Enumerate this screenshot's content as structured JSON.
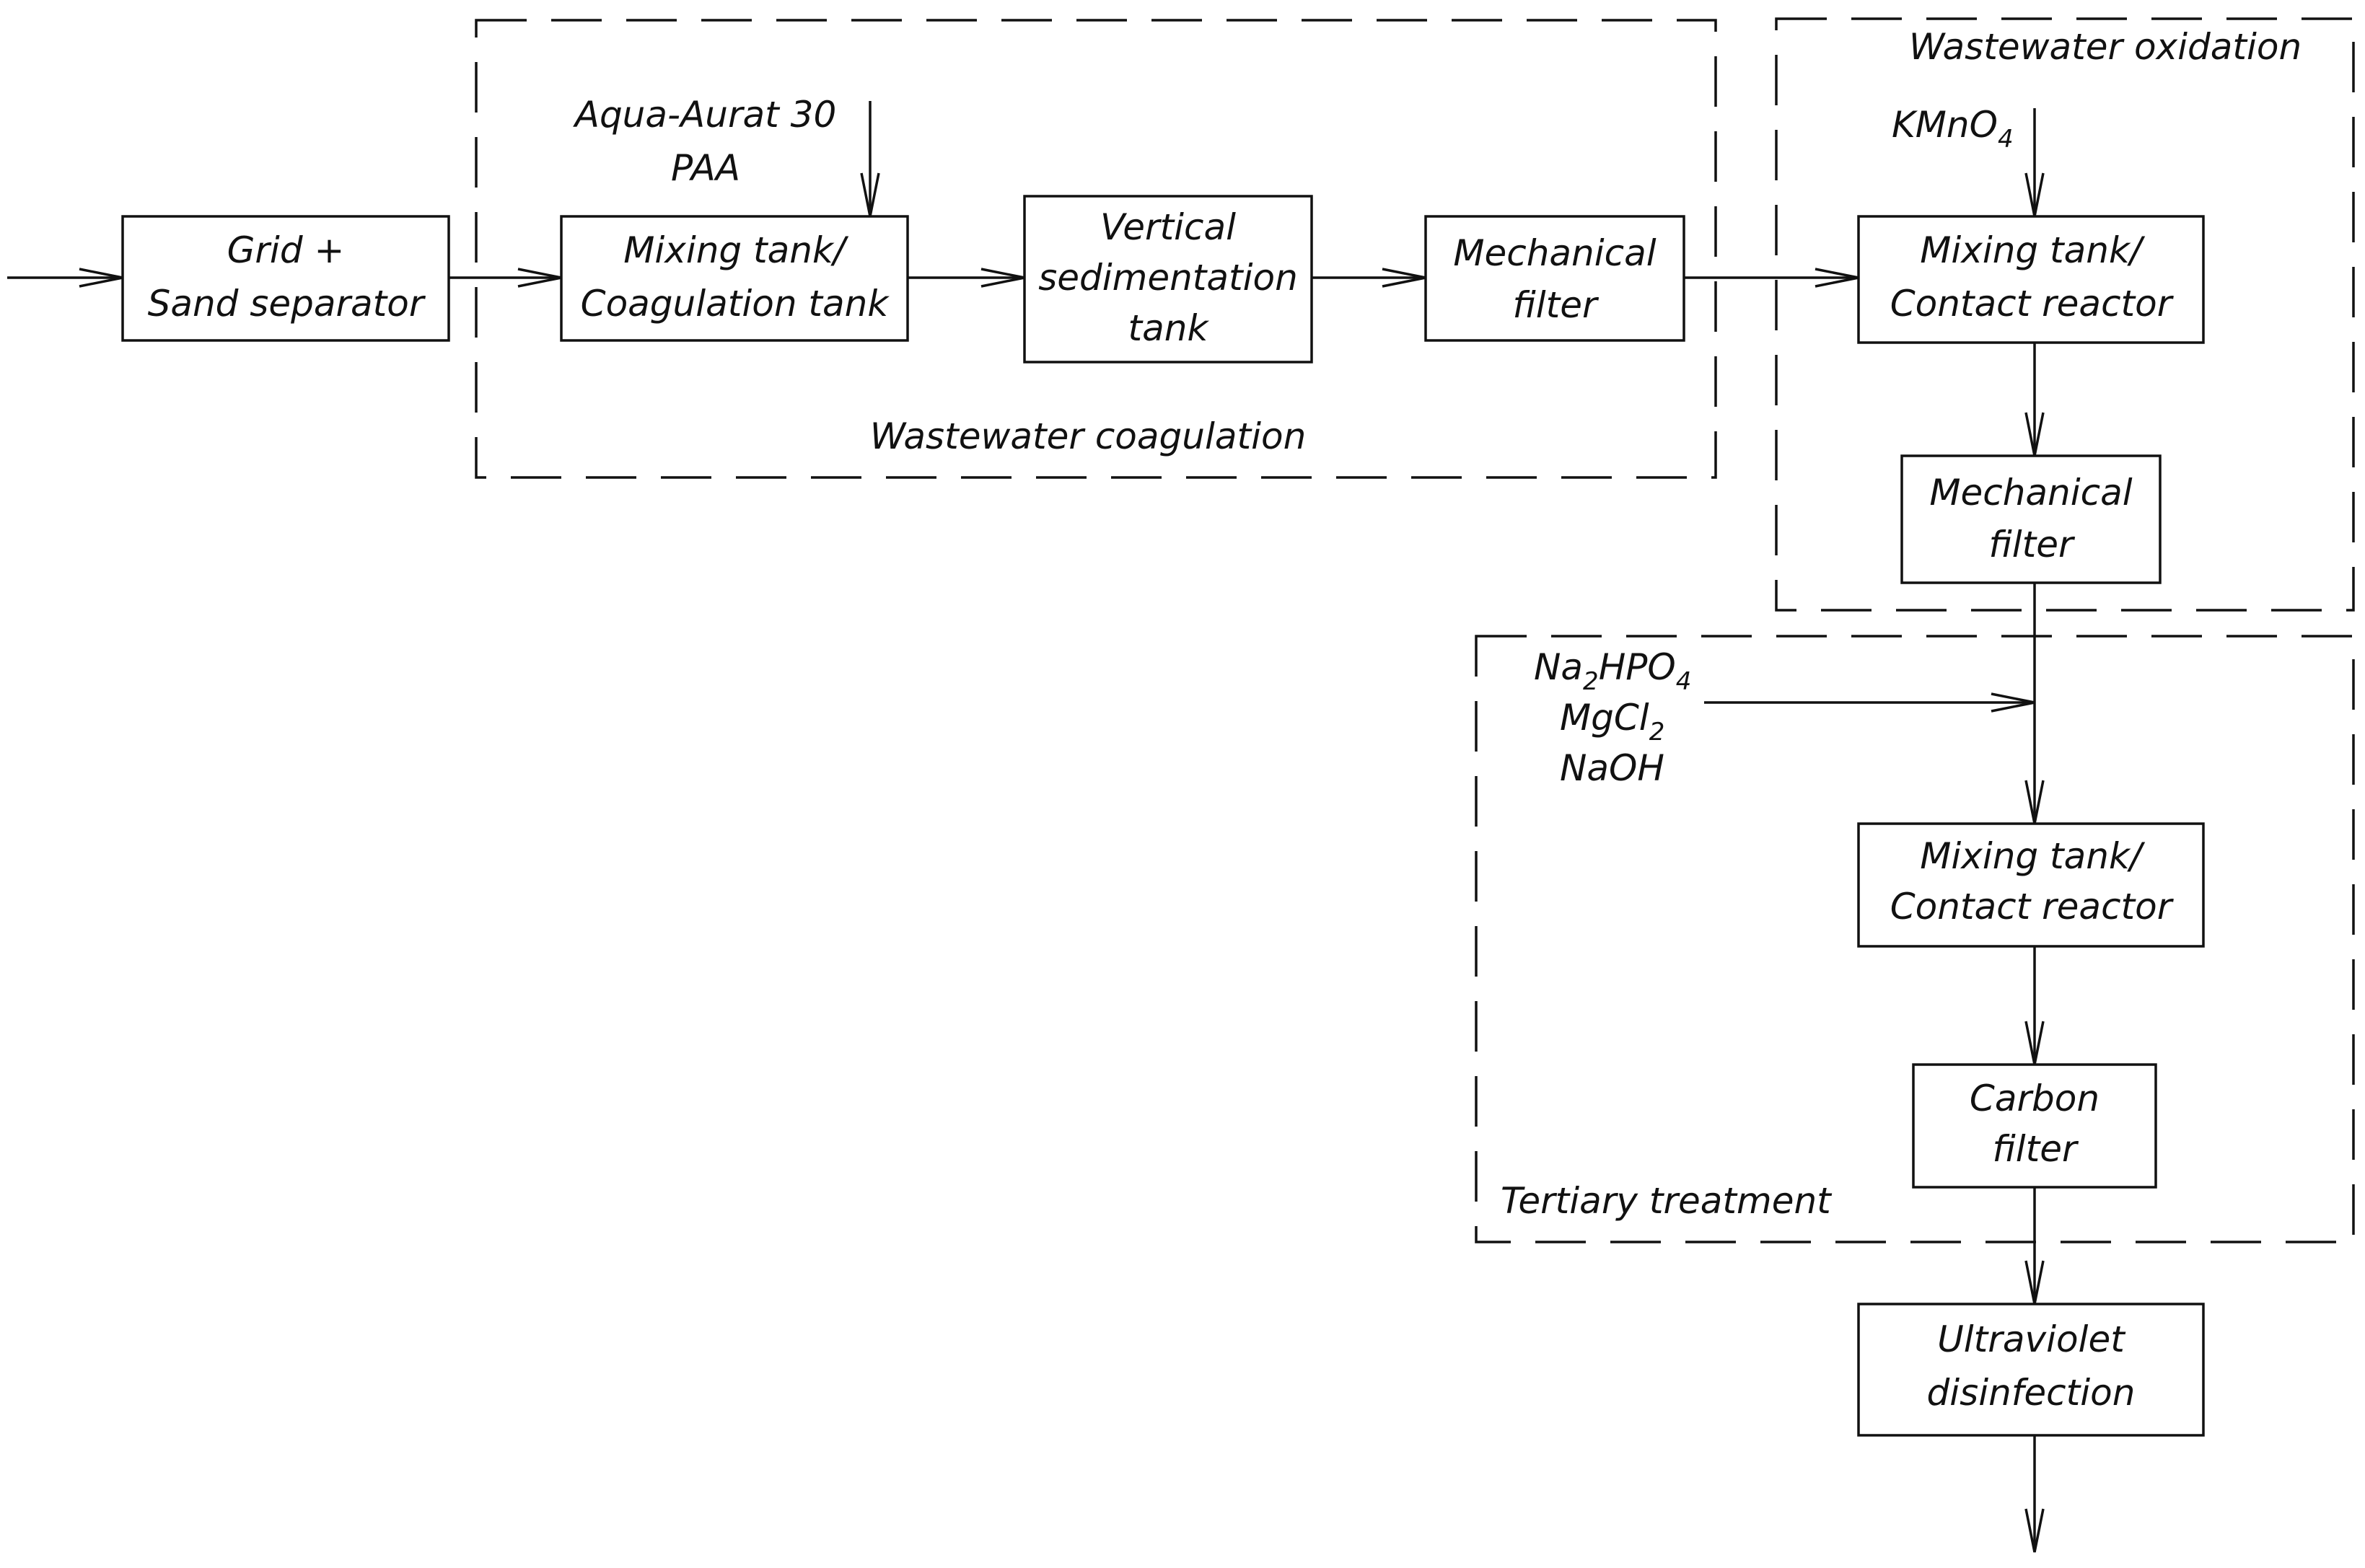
{
  "boxes": {
    "grid_sand": {
      "line1": "Grid +",
      "line2": "Sand separator"
    },
    "mixing_coag": {
      "line1": "Mixing tank/",
      "line2": "Coagulation tank"
    },
    "vertical_sed": {
      "line1": "Vertical",
      "line2": "sedimentation",
      "line3": "tank"
    },
    "mech_filter_1": {
      "line1": "Mechanical",
      "line2": "filter"
    },
    "mixing_contact_1": {
      "line1": "Mixing tank/",
      "line2": "Contact reactor"
    },
    "mech_filter_2": {
      "line1": "Mechanical",
      "line2": "filter"
    },
    "mixing_contact_2": {
      "line1": "Mixing tank/",
      "line2": "Contact reactor"
    },
    "carbon_filter": {
      "line1": "Carbon",
      "line2": "filter"
    },
    "uv_disinfection": {
      "line1": "Ultraviolet",
      "line2": "disinfection"
    }
  },
  "groups": {
    "coagulation": "Wastewater coagulation",
    "oxidation": "Wastewater oxidation",
    "tertiary": "Tertiary treatment"
  },
  "reagents": {
    "coagulation": {
      "line1": "Aqua-Aurat 30",
      "line2": "PAA"
    },
    "oxidation": {
      "base": "KMnO",
      "sub": "4"
    },
    "tertiary": {
      "na": {
        "p1": "Na",
        "s1": "2",
        "p2": "HPO",
        "s2": "4"
      },
      "mg": {
        "p1": "MgCl",
        "s1": "2"
      },
      "naoh": "NaOH"
    }
  }
}
